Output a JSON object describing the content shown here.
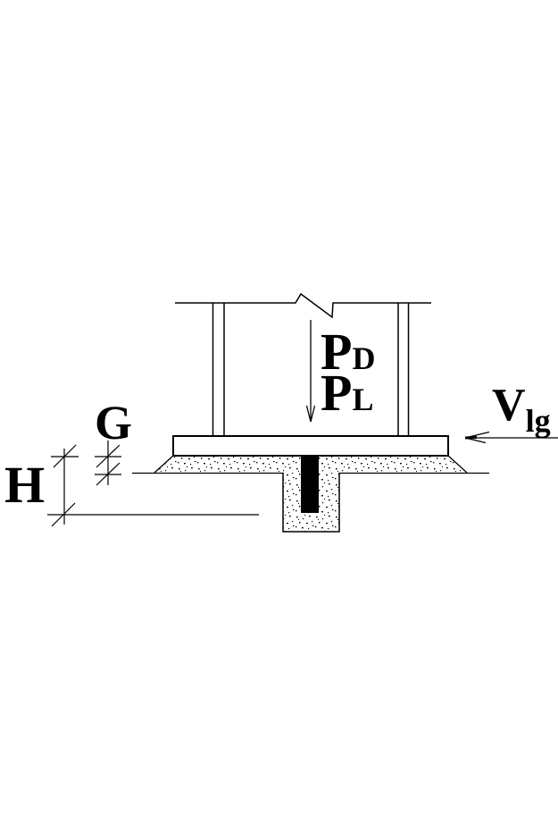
{
  "figure": {
    "background_color": "#ffffff",
    "line_color": "#000000",
    "labels": {
      "dead_load_main": "P",
      "dead_load_sub": "D",
      "live_load_main": "P",
      "live_load_sub": "L",
      "lateral_force_main": "V",
      "lateral_force_sub": "lg",
      "grout_dimension": "G",
      "embedment_dimension": "H"
    }
  }
}
